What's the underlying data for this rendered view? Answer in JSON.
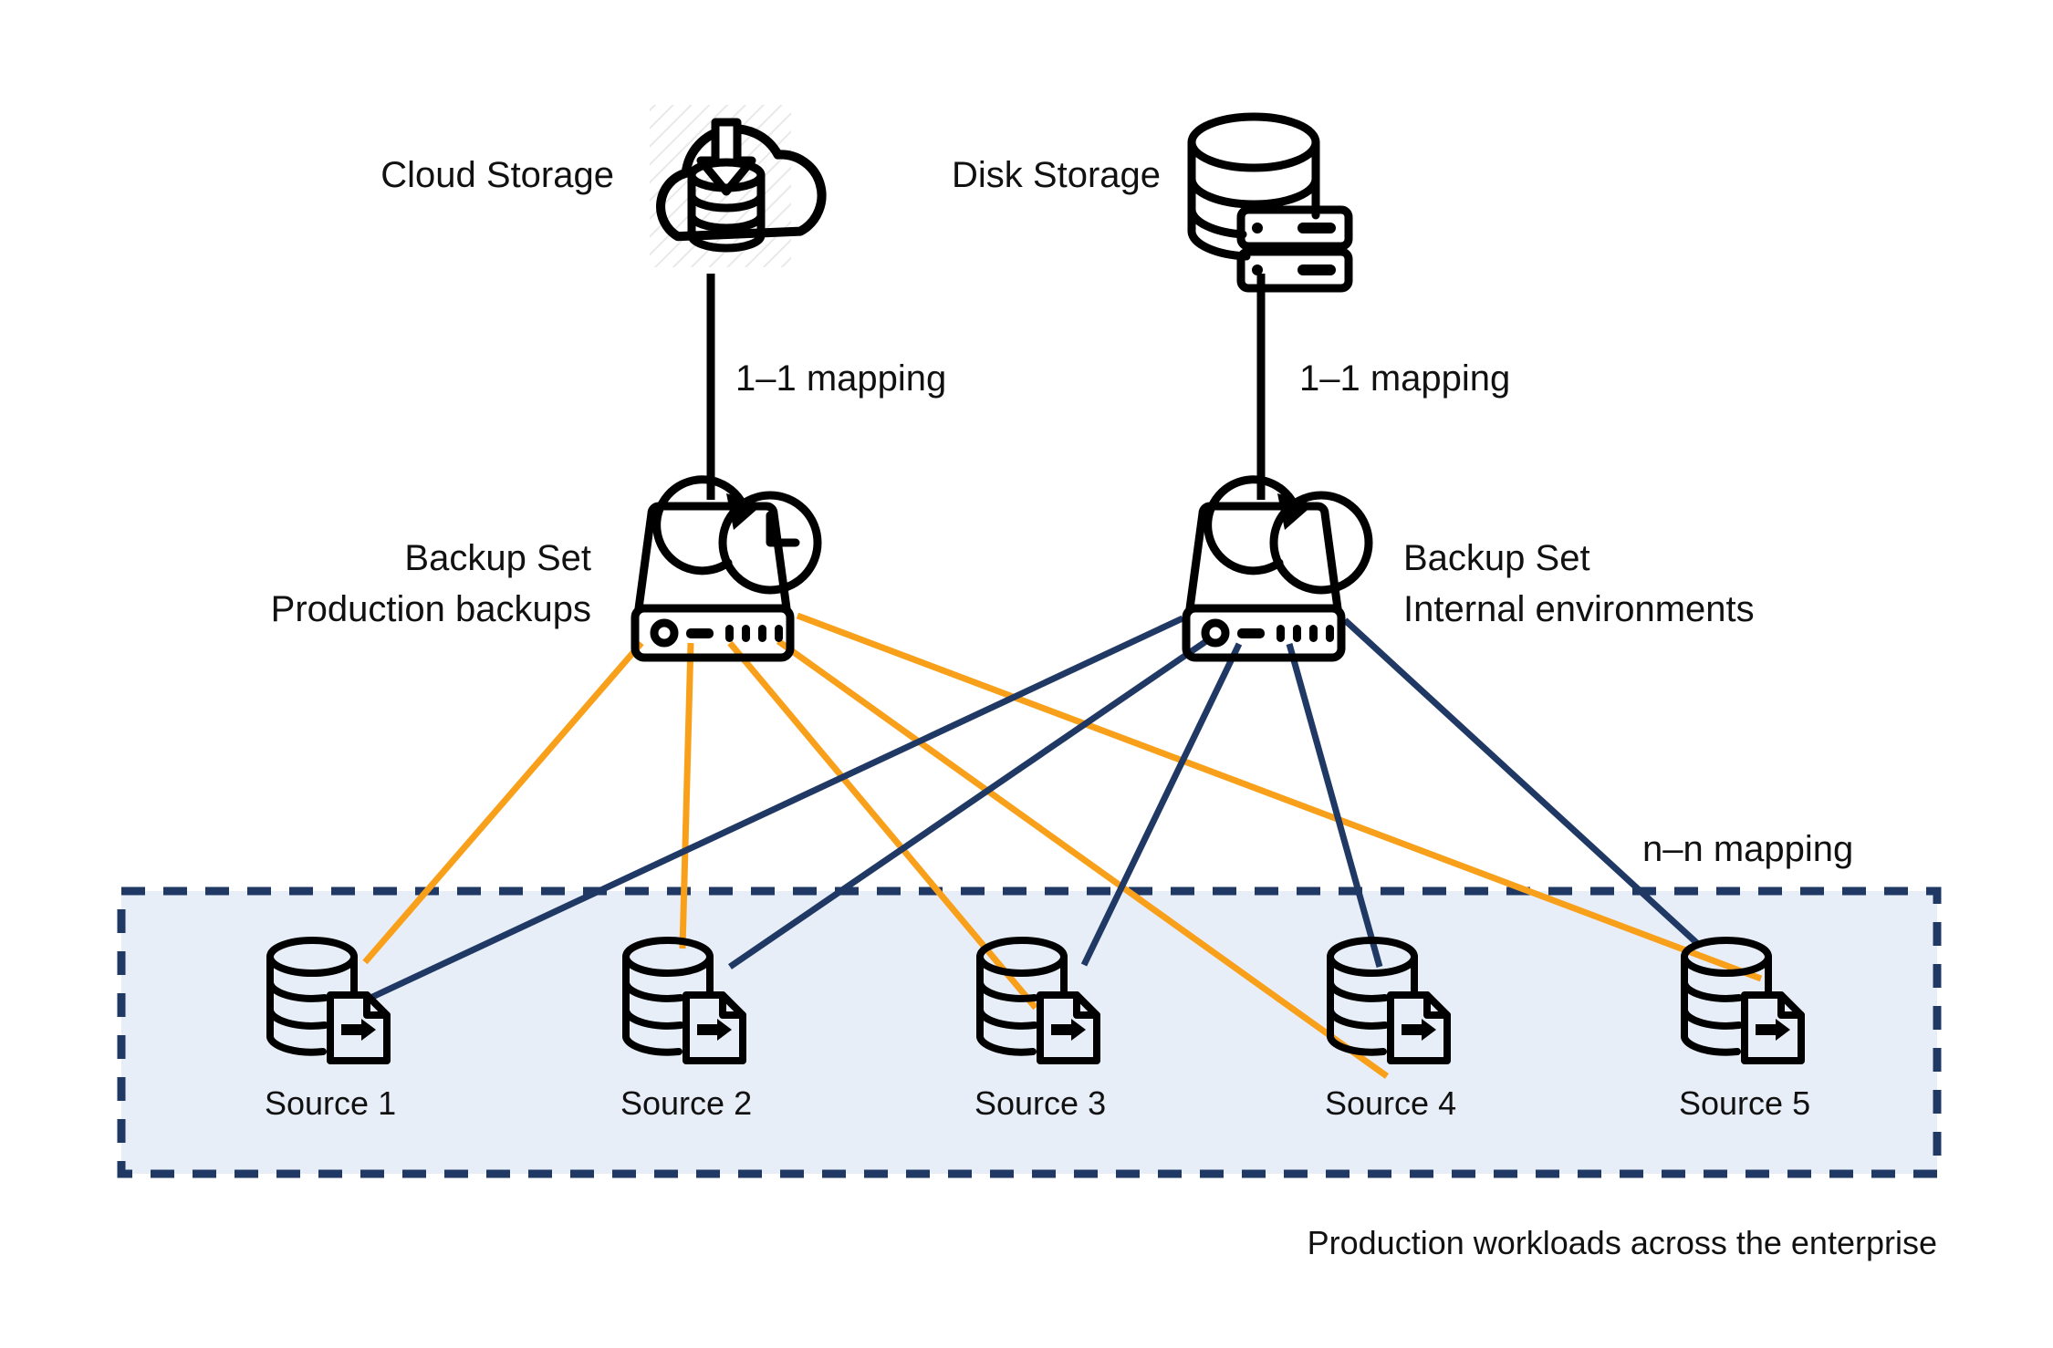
{
  "diagram": {
    "title_caption": "Production workloads across the enterprise",
    "colors": {
      "orange": "#F9A01B",
      "navy": "#1F3864",
      "zone_fill": "#E8EEF8",
      "ink": "#111111"
    },
    "storage_nodes": [
      {
        "id": "cloud-storage",
        "label": "Cloud Storage",
        "icon": "cloud-download-database-icon"
      },
      {
        "id": "disk-storage",
        "label": "Disk Storage",
        "icon": "database-server-rack-icon"
      }
    ],
    "mapping_labels": {
      "one_to_one_left": "1–1 mapping",
      "one_to_one_right": "1–1 mapping",
      "many_to_many": "n–n mapping"
    },
    "backup_sets": [
      {
        "id": "backup-set-production",
        "title": "Backup Set",
        "subtitle": "Production backups",
        "icon": "backup-appliance-clock-restore-icon",
        "link_color": "#F9A01B"
      },
      {
        "id": "backup-set-internal",
        "title": "Backup Set",
        "subtitle": "Internal environments",
        "icon": "backup-appliance-restore-icon",
        "link_color": "#1F3864"
      }
    ],
    "sources": [
      {
        "id": "source-1",
        "label": "Source 1",
        "icon": "database-document-export-icon"
      },
      {
        "id": "source-2",
        "label": "Source 2",
        "icon": "database-document-export-icon"
      },
      {
        "id": "source-3",
        "label": "Source 3",
        "icon": "database-document-export-icon"
      },
      {
        "id": "source-4",
        "label": "Source 4",
        "icon": "database-document-export-icon"
      },
      {
        "id": "source-5",
        "label": "Source 5",
        "icon": "database-document-export-icon"
      }
    ],
    "connections": {
      "production_backups_to": [
        "Source 1",
        "Source 2",
        "Source 3",
        "Source 4",
        "Source 5"
      ],
      "internal_environments_to": [
        "Source 1",
        "Source 2",
        "Source 3",
        "Source 4",
        "Source 5"
      ]
    }
  }
}
